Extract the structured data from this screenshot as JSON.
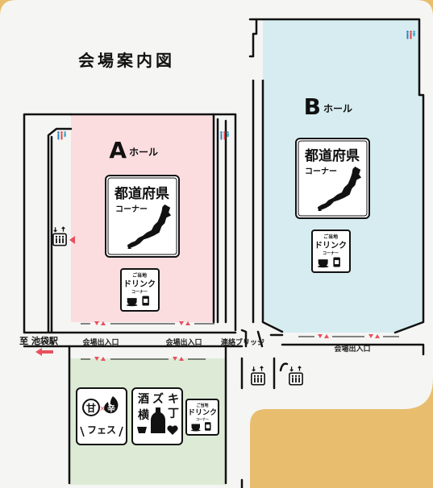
{
  "title": "会場案内図",
  "colors": {
    "outer": "#E8BE6E",
    "paper": "#F5F5F4",
    "hall_a": "#FBDDE0",
    "hall_b": "#D6ECF0",
    "food_area": "#DDEBD6",
    "arrow": "#E8505B",
    "wall": "#111111"
  },
  "hall_a": {
    "letter": "A",
    "suffix": "ホール",
    "corner": {
      "line1": "都道府県",
      "line2": "コーナー"
    },
    "drink": {
      "line1": "ご当地",
      "line2": "ドリンク",
      "line3": "コーナー"
    }
  },
  "hall_b": {
    "letter": "B",
    "suffix": "ホール",
    "corner": {
      "line1": "都道府県",
      "line2": "コーナー"
    },
    "drink": {
      "line1": "ご当地",
      "line2": "ドリンク",
      "line3": "コーナー"
    }
  },
  "food_area": {
    "amakara": {
      "sweet": "甘",
      "cross": "×",
      "spicy": "辛",
      "label": "フェス"
    },
    "sake": {
      "col1": "酒",
      "col1b": "横",
      "col2": "ズ",
      "col3": "キ",
      "col3b": "丁"
    },
    "drink": {
      "line1": "ご当地",
      "line2": "ドリンク",
      "line3": "コーナー"
    }
  },
  "labels": {
    "exit_left": "会場出入口",
    "exit_mid": "会場出入口",
    "exit_b": "会場出入口",
    "bridge": "連絡ブリッジ",
    "station": "至 池袋駅"
  },
  "icons": [
    "restroom-icon",
    "elevator-icon",
    "japan-map-icon",
    "arrow-icon"
  ]
}
